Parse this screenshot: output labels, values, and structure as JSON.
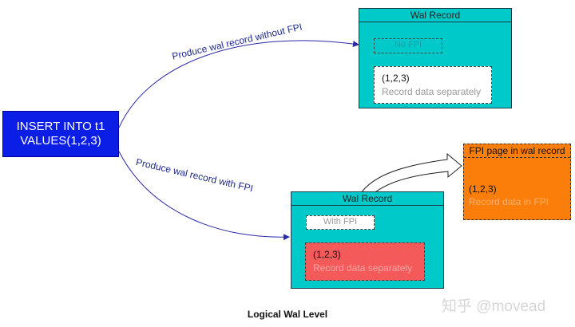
{
  "source": {
    "line1": "INSERT INTO t1",
    "line2": "VALUES(1,2,3)"
  },
  "edges": {
    "top_label": "Produce wal record without FPI",
    "bottom_label": "Produce wal record with FPI"
  },
  "wal_top": {
    "title": "Wal Record",
    "tag": "No FPI",
    "data_values": "(1,2,3)",
    "data_note": "Record data separately"
  },
  "wal_bottom": {
    "title": "Wal Record",
    "tag": "With FPI",
    "data_values": "(1,2,3)",
    "data_note": "Record data separately"
  },
  "fpi_page": {
    "title": "FPI page in wal record",
    "data_values": "(1,2,3)",
    "data_note": "Record data in FPI"
  },
  "caption": "Logical Wal Level",
  "watermark": "知乎 @movead",
  "colors": {
    "source_fill": "#0a1ee6",
    "wal_fill": "#00c9c9",
    "fpi_fill": "#fb7e0b",
    "red_data_fill": "#f55a5a",
    "edge_color": "#2a2aa8"
  }
}
